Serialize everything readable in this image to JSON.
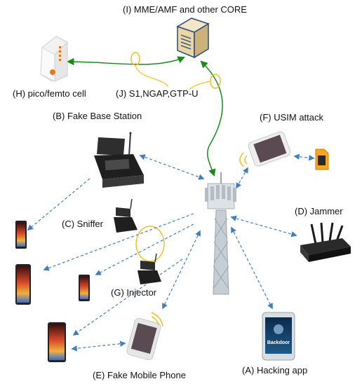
{
  "labels": {
    "core": "(I) MME/AMF and other CORE",
    "pico": "(H) pico/femto cell",
    "interfaces": "(J) S1,NGAP,GTP-U",
    "fake_bs": "(B) Fake Base Station",
    "usim": "(F) USIM attack",
    "sniffer": "(C) Sniffer",
    "jammer": "(D) Jammer",
    "injector": "(G) Injector",
    "fake_phone": "(E) Fake Mobile Phone",
    "hacking_app": "(A) Hacking app",
    "app_brand": "Backdoor"
  },
  "colors": {
    "backhaul_link": "#1a8a1a",
    "radio_link": "#3f7fbf",
    "interface_ellipse": "#f0c020",
    "tower": "#9aa5ad"
  },
  "icons": {
    "core": "server-rack-icon",
    "pico": "small-cell-icon",
    "fake_bs": "rugged-case-transceiver-icon",
    "sniffer": "rugged-case-transceiver-icon",
    "injector": "rugged-case-transceiver-icon",
    "jammer": "multi-antenna-jammer-icon",
    "usim": "sim-card-icon",
    "tower": "cell-tower-icon",
    "phone": "smartphone-icon"
  }
}
